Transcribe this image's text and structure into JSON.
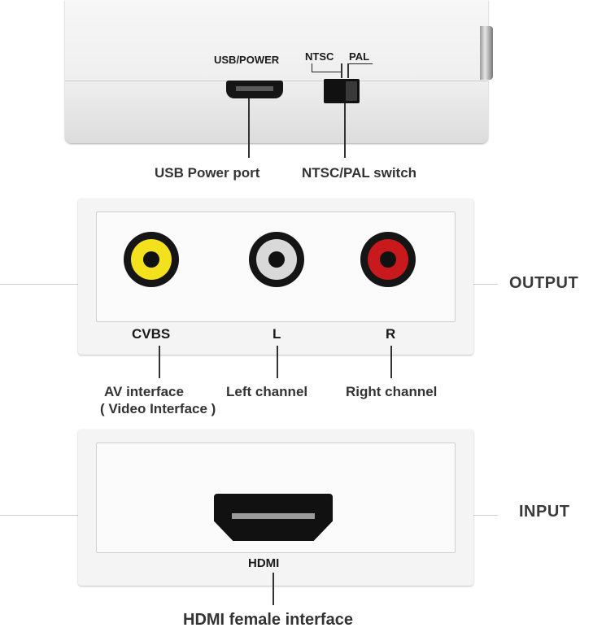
{
  "top_unit": {
    "usb_power_label": "USB/POWER",
    "ntsc_label": "NTSC",
    "pal_label": "PAL",
    "usb_port_caption": "USB Power port",
    "switch_caption": "NTSC/PAL switch"
  },
  "output_panel": {
    "section_label": "OUTPUT",
    "ports": [
      {
        "label": "CVBS",
        "caption": "AV interface",
        "caption2": "( Video Interface )",
        "color": "#f2e11c"
      },
      {
        "label": "L",
        "caption": "Left channel",
        "color": "#d9d9d9"
      },
      {
        "label": "R",
        "caption": "Right channel",
        "color": "#c8191d"
      }
    ]
  },
  "input_panel": {
    "section_label": "INPUT",
    "port_label": "HDMI",
    "caption": "HDMI female interface"
  }
}
